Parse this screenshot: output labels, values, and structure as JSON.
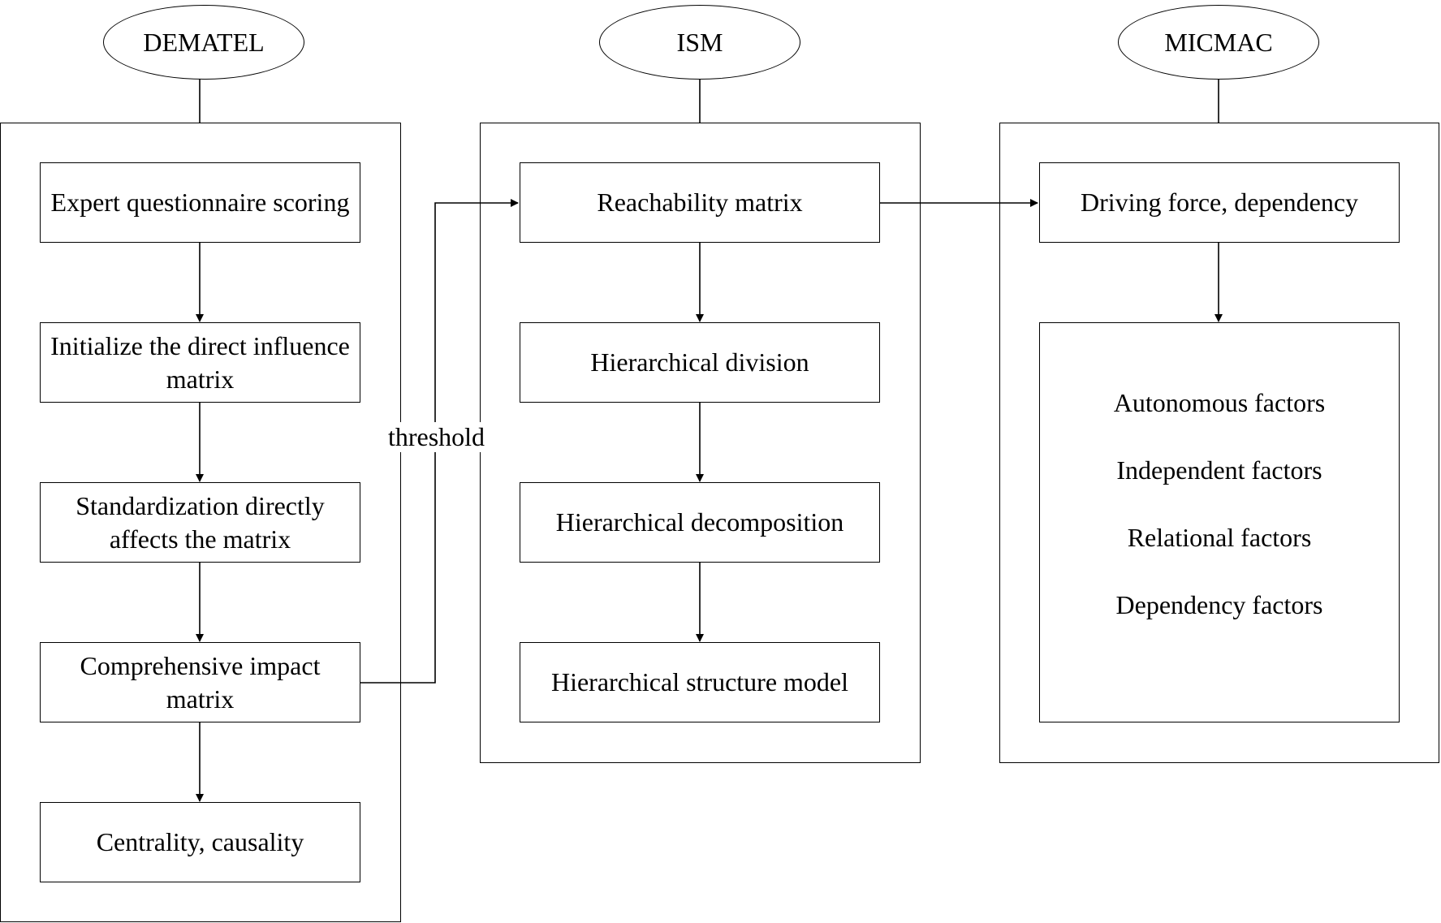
{
  "methods": {
    "dematel": "DEMATEL",
    "ism": "ISM",
    "micmac": "MICMAC"
  },
  "dematel_steps": [
    "Expert questionnaire scoring",
    "Initialize the direct influence matrix",
    "Standardization directly affects the matrix",
    "Comprehensive impact matrix",
    "Centrality, causality"
  ],
  "ism_steps": [
    "Reachability matrix",
    "Hierarchical division",
    "Hierarchical decomposition",
    "Hierarchical structure model"
  ],
  "micmac": {
    "step": "Driving force, dependency",
    "factors": [
      "Autonomous factors",
      "Independent factors",
      "Relational factors",
      "Dependency factors"
    ]
  },
  "connector_label": "threshold"
}
